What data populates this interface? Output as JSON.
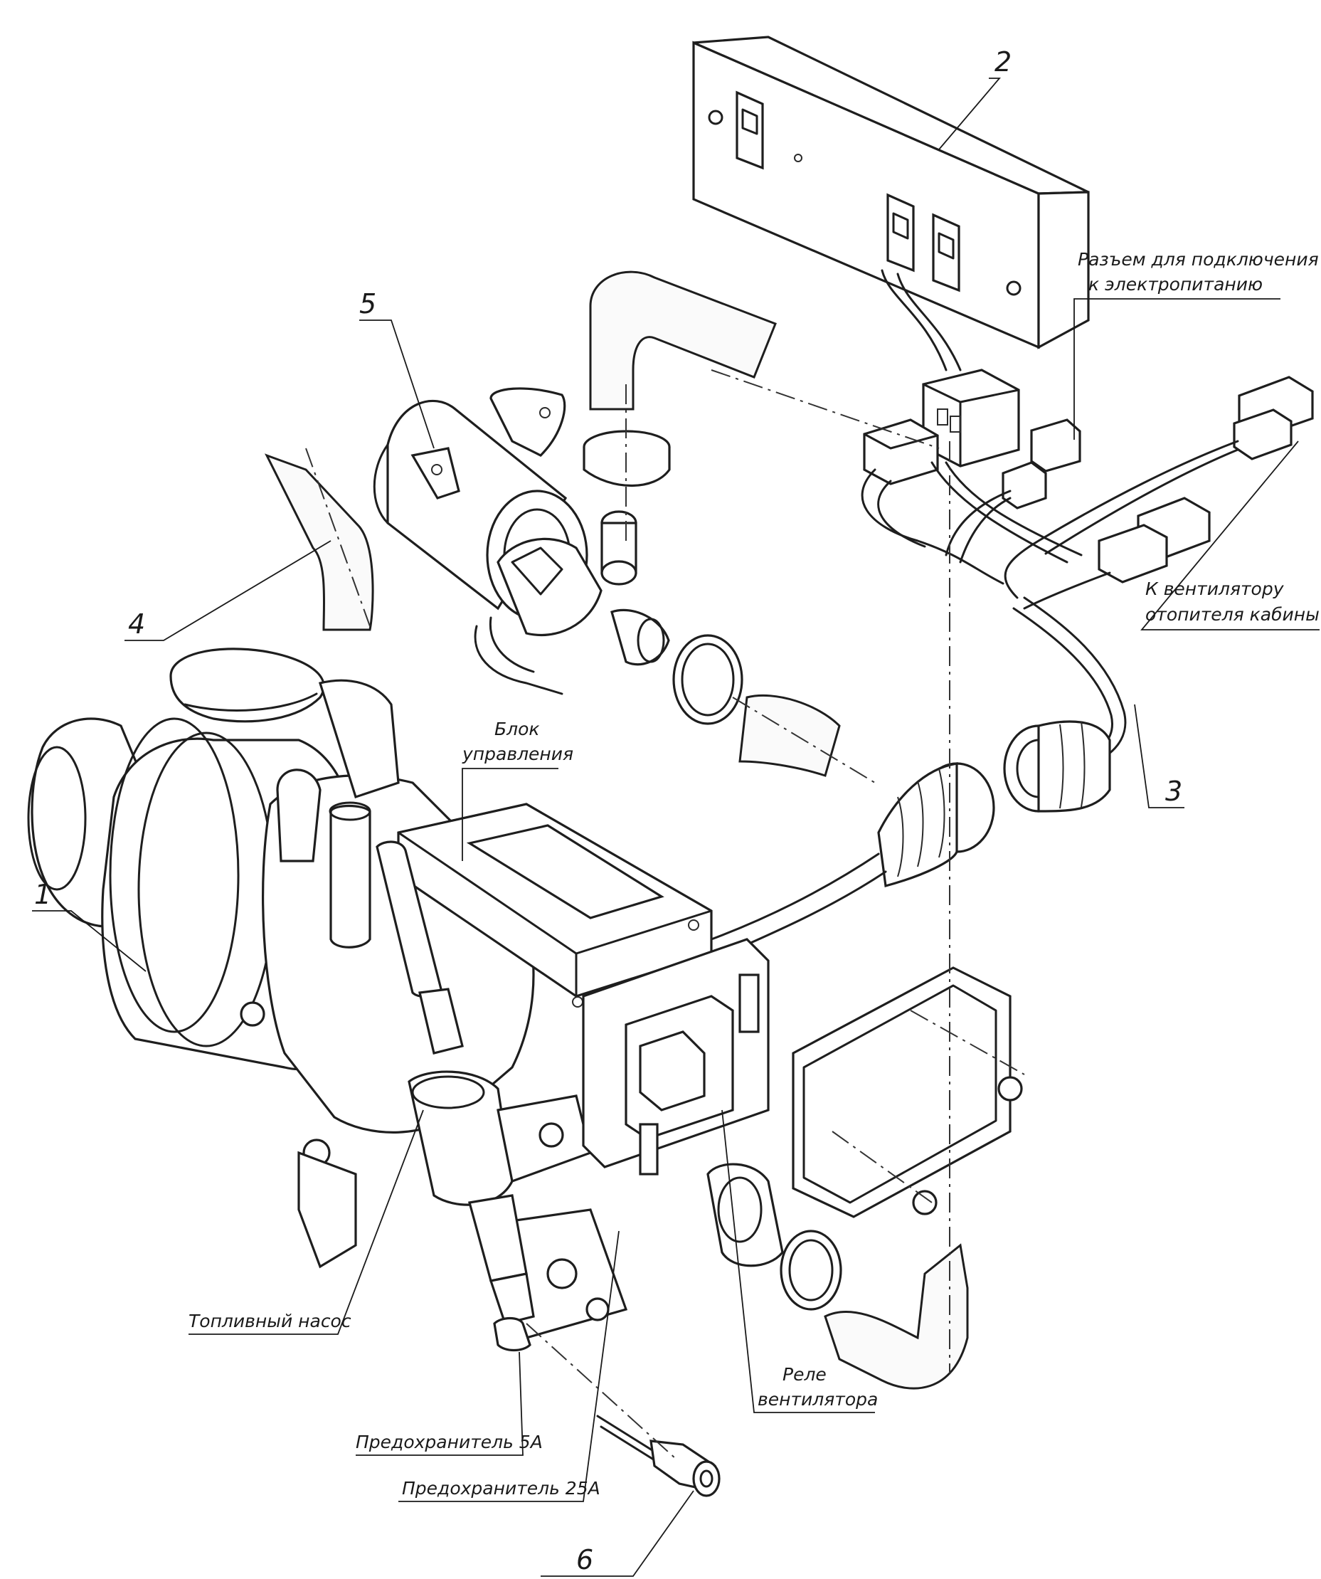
{
  "callouts": {
    "c1": "1",
    "c2": "2",
    "c3": "3",
    "c4": "4",
    "c5": "5",
    "c6": "6"
  },
  "labels": {
    "power_connector_line1": "Разъем для подключения",
    "power_connector_line2": "к электропитанию",
    "fan_line1": "К вентилятору",
    "fan_line2": "отопителя кабины",
    "control_unit_line1": "Блок",
    "control_unit_line2": "управления",
    "fuel_pump": "Топливный насос",
    "fan_relay_line1": "Реле",
    "fan_relay_line2": "вентилятора",
    "fuse_5a": "Предохранитель 5А",
    "fuse_25a": "Предохранитель 25А"
  }
}
